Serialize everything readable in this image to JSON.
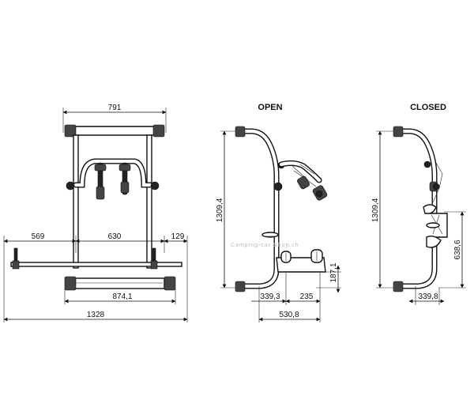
{
  "views": {
    "open_title": "OPEN",
    "closed_title": "CLOSED"
  },
  "dimensions": {
    "front_top_width": "791",
    "front_left": "569",
    "front_middle": "630",
    "front_right": "129",
    "front_bottom_inner": "874,1",
    "front_overall": "1328",
    "open_height": "1309,4",
    "open_base": "339,3",
    "open_foot": "235",
    "open_overall": "530,8",
    "open_step_height": "187,1",
    "closed_height": "1309,4",
    "closed_base": "339,8",
    "closed_side_height": "638,6"
  },
  "watermark": "Camping-car Shop.ch"
}
